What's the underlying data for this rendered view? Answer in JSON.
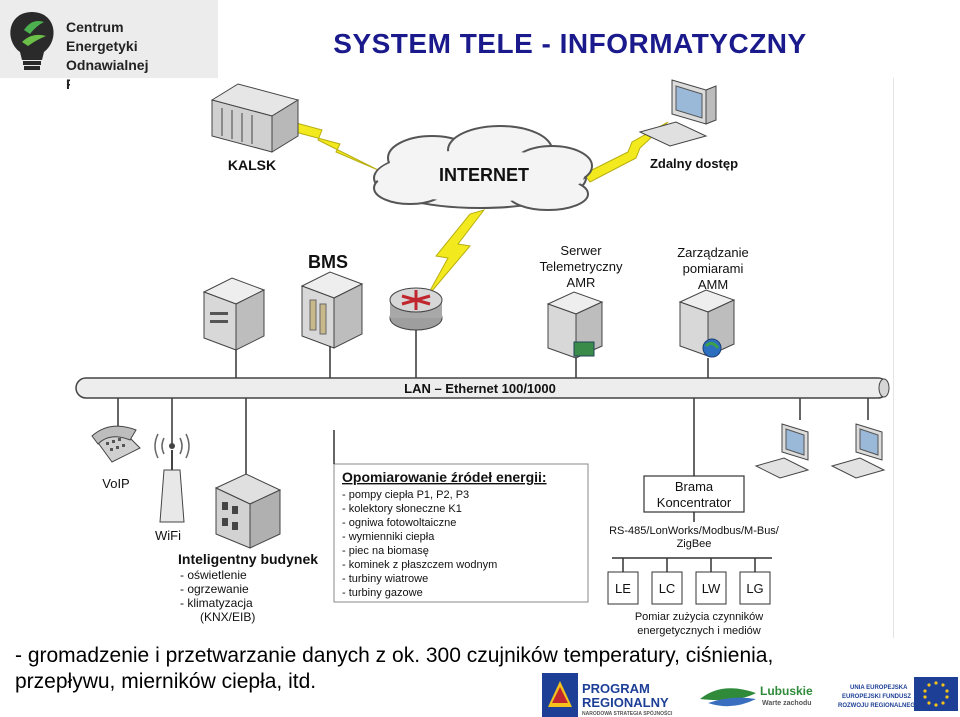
{
  "logo": {
    "text": "Centrum\nEnergetyki Odnawialnej\nPWSZ w Sulechowie"
  },
  "title": "SYSTEM TELE - INFORMATYCZNY",
  "diagram": {
    "kalsk": "KALSK",
    "internet": "INTERNET",
    "remote": "Zdalny dostęp",
    "bms": "BMS",
    "server_lines": [
      "Serwer",
      "Telemetryczny",
      "AMR"
    ],
    "mgmt_lines": [
      "Zarządzanie",
      "pomiarami",
      "AMM"
    ],
    "lan": "LAN – Ethernet 100/1000",
    "voip": "VoIP",
    "wifi": "WiFi",
    "building_title": "Inteligentny budynek",
    "building_items": [
      "- oświetlenie",
      "- ogrzewanie",
      "- klimatyzacja",
      "(KNX/EIB)"
    ],
    "sources_title": "Opomiarowanie źródeł energii:",
    "sources_items": [
      "- pompy ciepła P1, P2, P3",
      "- kolektory słoneczne K1",
      "- ogniwa fotowoltaiczne",
      "- wymienniki ciepła",
      "- piec na biomasę",
      "- kominek z płaszczem wodnym",
      "- turbiny wiatrowe",
      "- turbiny gazowe"
    ],
    "gateway_lines": [
      "Brama",
      "Koncentrator"
    ],
    "bus_lines": [
      "RS-485/LonWorks/Modbus/M-Bus/",
      "ZigBee"
    ],
    "meters": [
      "LE",
      "LC",
      "LW",
      "LG"
    ],
    "meter_note_lines": [
      "Pomiar zużycia czynników",
      "energetycznych i mediów"
    ]
  },
  "caption": "- gromadzenie i przetwarzanie danych z ok. 300 czujników temperatury, ciśnienia,\nprzepływu, mierników ciepła, itd.",
  "footer": {
    "program": [
      "PROGRAM",
      "REGIONALNY"
    ],
    "program_sub": "NARODOWA STRATEGIA SPÓJNOŚCI",
    "lubuskie": "Lubuskie",
    "lubuskie_sub": "Warte zachodu",
    "eu": [
      "UNIA EUROPEJSKA",
      "EUROPEJSKI FUNDUSZ",
      "ROZWOJU REGIONALNEGO"
    ]
  },
  "colors": {
    "title": "#1a1a8c",
    "lightning": "#f2ea1e",
    "cloud": "#f4f4f4",
    "eu_blue": "#1d3f96",
    "lubuskie_green": "#2f8a3a"
  }
}
